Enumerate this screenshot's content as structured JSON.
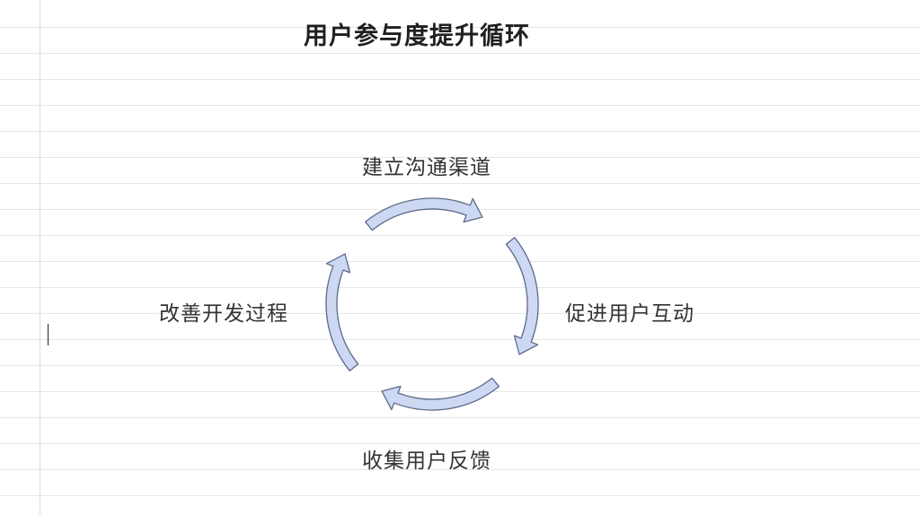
{
  "title": "用户参与度提升循环",
  "cycle": {
    "steps": [
      {
        "label": "建立沟通渠道"
      },
      {
        "label": "促进用户互动"
      },
      {
        "label": "收集用户反馈"
      },
      {
        "label": "改善开发过程"
      }
    ],
    "arrow_fill": "#cdd8f3",
    "arrow_stroke": "#5a6a8a"
  }
}
